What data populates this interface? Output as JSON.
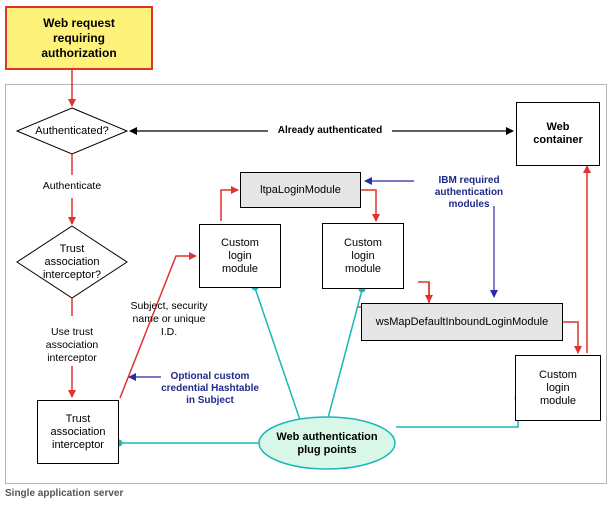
{
  "start_box": "Web request requiring authorization",
  "authenticated_decision": "Authenticated?",
  "already_authenticated": "Already authenticated",
  "web_container": "Web container",
  "authenticate_label": "Authenticate",
  "trust_decision": "Trust association interceptor?",
  "use_trust_label": "Use trust association interceptor",
  "trust_interceptor_box": "Trust association interceptor",
  "subject_label": "Subject, security name or unique I.D.",
  "optional_note": "Optional custom credential Hashtable in Subject",
  "custom_login_1": "Custom login module",
  "ltpa_module": "ltpaLoginModule",
  "custom_login_2": "Custom login module",
  "ibm_required_note": "IBM required authentication modules",
  "ws_map_module": "wsMapDefaultInboundLoginModule",
  "custom_login_3": "Custom login module",
  "plug_points": "Web authentication plug points",
  "footer_caption": "Single application server",
  "colors": {
    "flow_arrow": "#e0322f",
    "note_arrow": "#2b2aa8",
    "connector": "#1ab8b8",
    "plug_fill": "#d9f7e8",
    "start_fill": "#fff27a"
  }
}
